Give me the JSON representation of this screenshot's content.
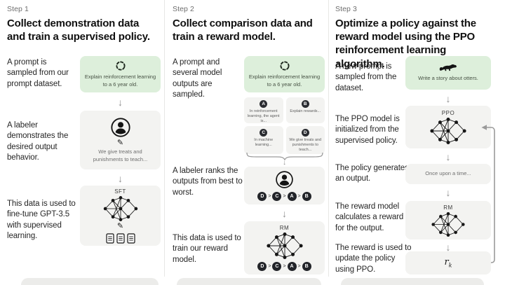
{
  "colors": {
    "accent_green_bg": "#ddefdb",
    "panel_gray": "#f3f3f1",
    "node_dark": "#2a2c31"
  },
  "icons": {
    "down_arrow": "↓",
    "quill": "✎"
  },
  "step1": {
    "label": "Step 1",
    "heading": "Collect demonstration data and train a supervised policy.",
    "caption1": "A prompt is sampled from our prompt dataset.",
    "caption2": "A labeler demonstrates the desired output behavior.",
    "caption3": "This data is used to fine-tune GPT-3.5 with supervised learning.",
    "prompt_text": "Explain reinforcement learning to a 6 year old.",
    "labeler_text": "We give treats and punishments to teach...",
    "sft_label": "SFT"
  },
  "step2": {
    "label": "Step 2",
    "heading": "Collect comparison data and train a reward model.",
    "caption1": "A prompt and several model outputs are sampled.",
    "caption2": "A labeler ranks the outputs from best to worst.",
    "caption3": "This data is used to train our reward model.",
    "prompt_text": "Explain reinforcement learning to a 6 year old.",
    "outputs": [
      {
        "letter": "A",
        "text": "In reinforcement learning, the agent is..."
      },
      {
        "letter": "B",
        "text": "Explain rewards..."
      },
      {
        "letter": "C",
        "text": "In machine learning..."
      },
      {
        "letter": "D",
        "text": "We give treats and punishments to teach..."
      }
    ],
    "ranking": [
      "D",
      "C",
      "A",
      "B"
    ],
    "rank_sep": ">",
    "rm_label": "RM"
  },
  "step3": {
    "label": "Step 3",
    "heading": "Optimize a policy against the reward model using the PPO reinforcement learning algorithm.",
    "caption1": "A new prompt is sampled from the dataset.",
    "caption2": "The PPO model is initialized from the supervised policy.",
    "caption3": "The policy generates an output.",
    "caption4": "The reward model calculates a reward for the output.",
    "caption5": "The reward is used to update the policy using PPO.",
    "prompt_text": "Write a story about otters.",
    "ppo_label": "PPO",
    "output_text": "Once upon a time...",
    "rm_label": "RM",
    "reward_main": "r",
    "reward_sub": "k"
  }
}
